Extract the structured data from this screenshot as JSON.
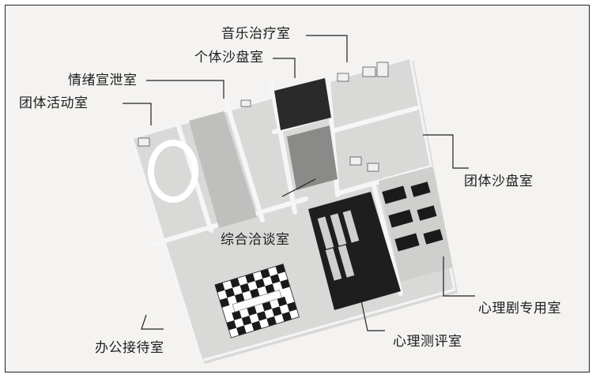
{
  "colors": {
    "background": "#f4f3f1",
    "floor": "#d8d8d6",
    "wall": "#f2f2f2",
    "dark_room": "#1e1e1e",
    "line": "#222222"
  },
  "labels": {
    "music_therapy": "音乐治疗室",
    "individual_sandplay": "个体沙盘室",
    "emotion_venting": "情绪宣泄室",
    "group_activity": "团体活动室",
    "group_sandplay": "团体沙盘室",
    "consultation": "综合洽谈室",
    "psychodrama": "心理剧专用室",
    "psych_assessment": "心理测评室",
    "reception": "办公接待室"
  }
}
